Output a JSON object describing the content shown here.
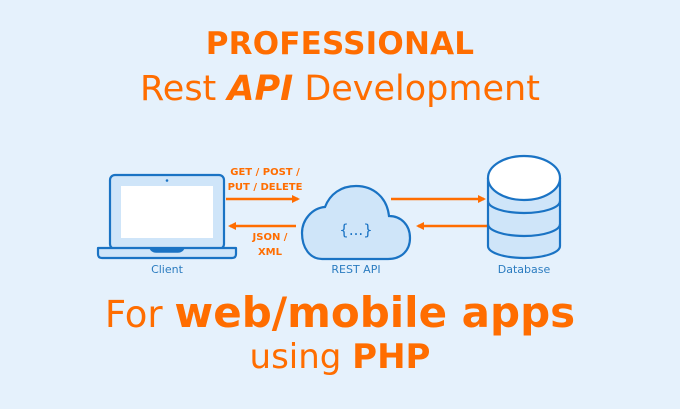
{
  "header": {
    "line1": "PROFESSIONAL",
    "line2_pre": "Rest ",
    "line2_em": "API",
    "line2_post": " Development"
  },
  "diagram": {
    "nodes": [
      {
        "id": "client",
        "label": "Client",
        "icon": "laptop-icon"
      },
      {
        "id": "rest_api",
        "label": "REST API",
        "icon": "cloud-icon",
        "inner_text": "{...}"
      },
      {
        "id": "database",
        "label": "Database",
        "icon": "database-icon"
      }
    ],
    "request_label_line1": "GET / POST /",
    "request_label_line2": "PUT / DELETE",
    "response_label_line1": "JSON /",
    "response_label_line2": "XML"
  },
  "footer": {
    "line1_pre": "For ",
    "line1_bold": "web/mobile apps",
    "line2_pre": "using ",
    "line2_bold": "PHP"
  },
  "colors": {
    "background": "#e5f1fc",
    "accent_orange": "#ff6d00",
    "icon_stroke_blue": "#1a73c4",
    "icon_fill_blue": "#cfe5f9",
    "label_blue": "#2b7cc0"
  }
}
